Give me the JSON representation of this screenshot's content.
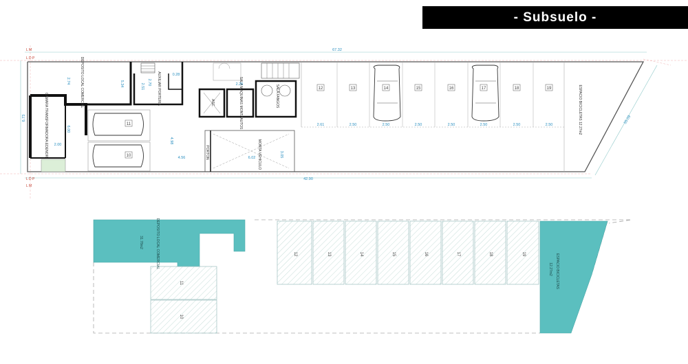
{
  "title": "- Subsuelo -",
  "plan": {
    "lm_label": "L M",
    "ldp_label": "L D P",
    "total_width": "67.32",
    "bottom_width": "42.90",
    "left_height": "6.73",
    "diagonal_dim": "55.09",
    "rooms": {
      "deposito": "DEPOSITO LOCAL COMERCIAL",
      "camara": "CAMARA TRANSFORMADORA EDENOR",
      "auxiliar": "AUXILIAR PORTERIA",
      "asc": "ASC.",
      "maquinas": "SALA MAQUINAS MONTAAUTOS",
      "fangos": "SALA FANGOS",
      "porton": "PORTON",
      "monta": "MONTA VEHICULO",
      "bicicletas": "ESPACIO BICICLETAS 12.27m2"
    },
    "dims": {
      "d274": "2.74",
      "d534": "5.34",
      "d251": "2.51",
      "d200": "2.00",
      "d600": "6.00",
      "d498": "4.98",
      "d456": "4.56",
      "d602": "6.02",
      "d225": "2.25",
      "d305": "3.05",
      "d028": "0.28",
      "d270": "2.70"
    },
    "stalls_top": [
      "12",
      "13",
      "14",
      "15",
      "16",
      "17",
      "18",
      "19"
    ],
    "stall_widths": [
      "2.61",
      "2.50",
      "2.50",
      "2.50",
      "2.50",
      "2.50",
      "2.50",
      "2.50"
    ],
    "stalls_left": [
      "11",
      "10"
    ]
  },
  "scheme": {
    "deposito_label": "DEPOSITO LOCAL COMERCIAL",
    "deposito_area": "31.78m2",
    "bicicletas_label": "ESPACIO BICICLETAS",
    "bicicletas_area": "12.27m2",
    "stalls": [
      "12",
      "13",
      "14",
      "15",
      "16",
      "17",
      "18",
      "19"
    ],
    "stalls_left": [
      "11",
      "10"
    ],
    "accent_color": "#5bbfbf"
  }
}
